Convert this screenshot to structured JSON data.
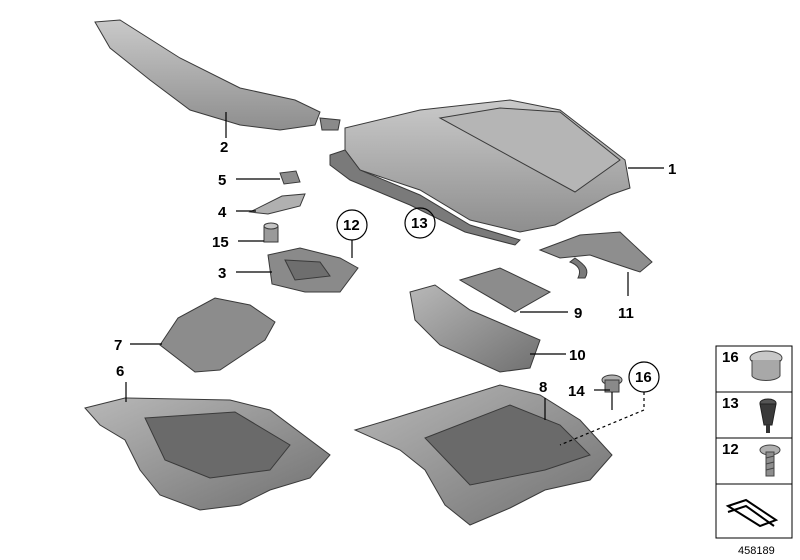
{
  "callouts": {
    "c1": "1",
    "c2": "2",
    "c3": "3",
    "c4": "4",
    "c5": "5",
    "c6": "6",
    "c7": "7",
    "c8": "8",
    "c9": "9",
    "c10": "10",
    "c11": "11",
    "c12": "12",
    "c13": "13",
    "c14": "14",
    "c15": "15",
    "c16": "16"
  },
  "legend": {
    "item_a": "16",
    "item_b": "13",
    "item_c": "12"
  },
  "document_number": "458189",
  "colors": {
    "part_fill": "#9a9a9a",
    "part_light": "#c4c4c4",
    "part_dark": "#6e6e6e",
    "line": "#000000"
  }
}
